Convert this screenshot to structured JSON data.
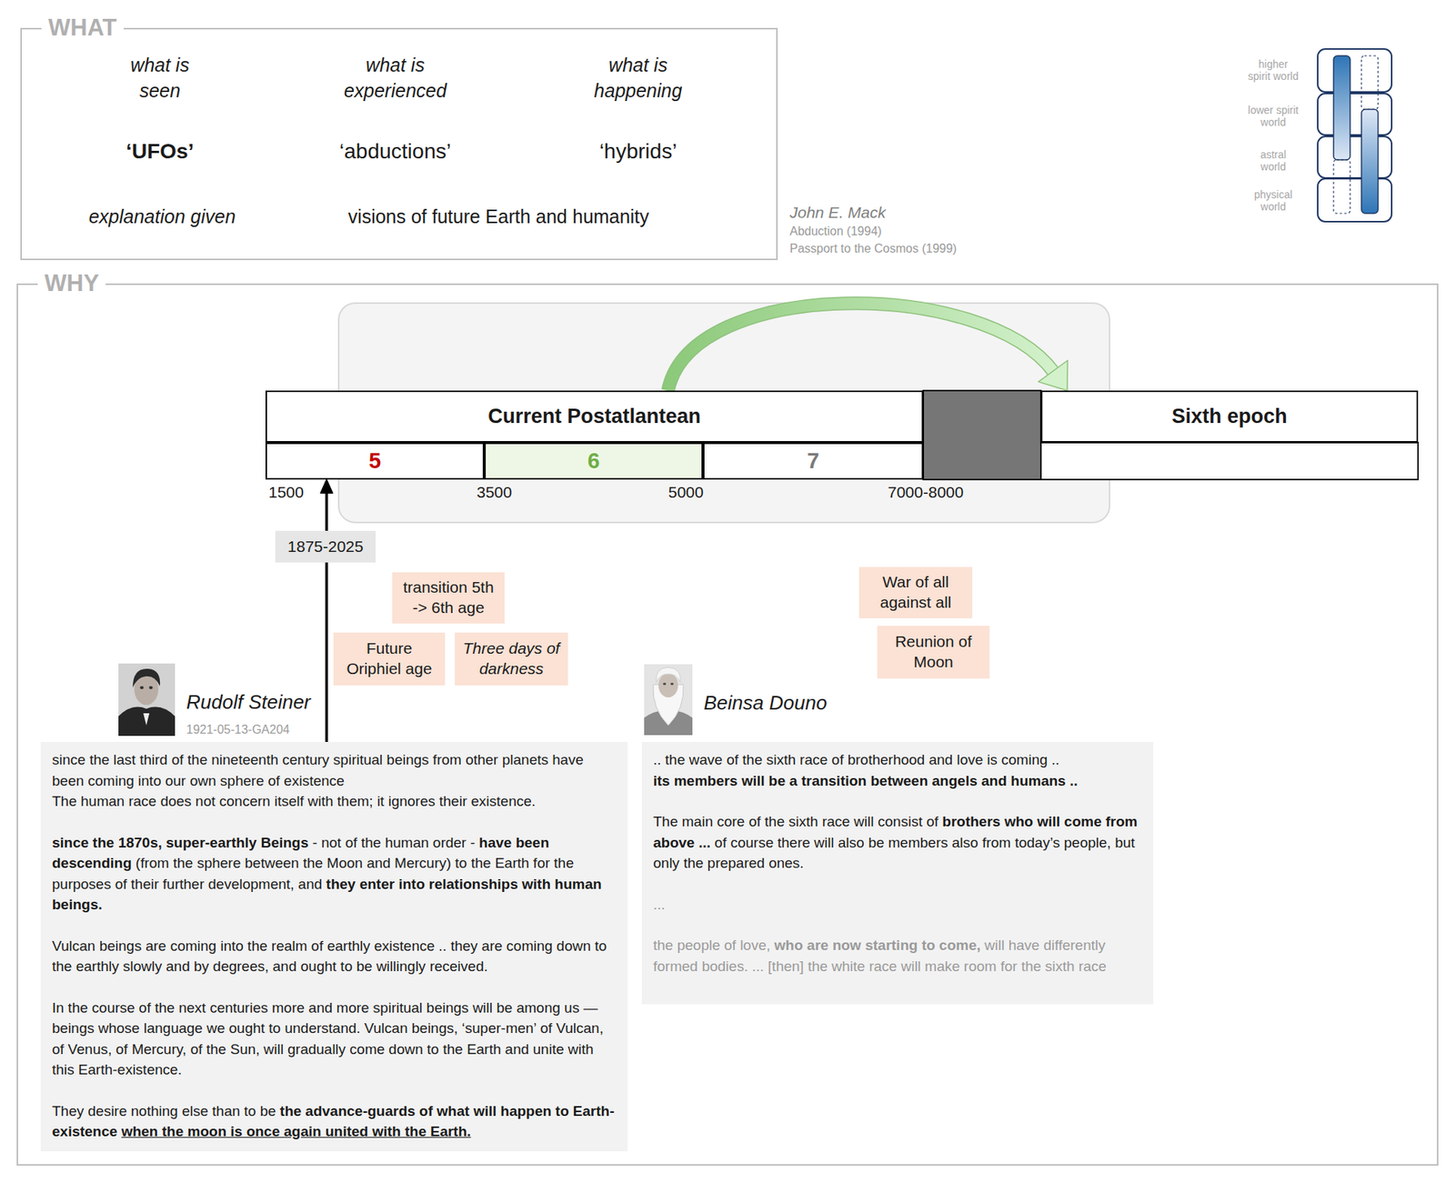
{
  "diagram": {
    "nodes": [
      {
        "text": [
          "WHAT",
          "what is seen",
          "what is experienced",
          "what is happening",
          "‘UFOs’",
          "‘abductions’",
          "‘hybrids’",
          "explanation given",
          "visions of future Earth and humanity"
        ]
      },
      {
        "text": [
          "WHY"
        ]
      },
      {
        "text": [
          "Current Postatlantean"
        ],
        "in": 1
      },
      {
        "text": [
          "Sixth epoch"
        ],
        "in": 1
      },
      {
        "text": [
          "5"
        ],
        "in": 1
      },
      {
        "text": [
          "6"
        ],
        "in": 1
      },
      {
        "text": [
          "7"
        ],
        "in": 1
      },
      {
        "text": [
          "1875-2025"
        ],
        "in": 1
      },
      {
        "text": [
          "transition 5th -> 6th age"
        ],
        "in": 1
      },
      {
        "text": [
          "Future Oriphiel age"
        ],
        "in": 1
      },
      {
        "text": [
          "Three days of darkness"
        ],
        "in": 1
      },
      {
        "text": [
          "War of all against all"
        ],
        "in": 1
      },
      {
        "text": [
          "Reunion of Moon"
        ],
        "in": 1
      },
      {
        "text": [
          "Rudolf Steiner",
          "1921-05-13-GA204",
          "since the last third of the nineteenth century spiritual beings from other planets have been coming into our own sphere of existence",
          "The human race does not concern itself with them; it ignores their existence.",
          "since the 1870s, super-earthly Beings",
          "- not of the human order -",
          "have been descending",
          "(from the sphere between the Moon and Mercury) to the Earth for the purposes of their further development, and",
          "they enter into relationships with human beings.",
          "Vulcan beings are coming into the realm of earthly existence .. they are coming down to the earthly slowly and by degrees, and ought to be willingly received.",
          "In the course of the next centuries more and more spiritual beings will be among us — beings whose language we ought to understand. Vulcan beings, ‘super-men’ of Vulcan, of Venus, of Mercury, of the Sun, will gradually come down to the Earth and unite with this Earth-existence.",
          "They desire nothing else than to be",
          "the advance-guards of what will happen to Earth-existence",
          "when the moon is once again united with the Earth."
        ],
        "in": 1
      },
      {
        "text": [
          "Beinsa Douno",
          ".. the wave of the sixth race of brotherhood and love is coming ..",
          "its members will be a transition between angels and humans ..",
          "The main core of the sixth race will consist of",
          "brothers who will come from above ...",
          "of course there will also be members also from today’s people, but only the prepared ones.",
          "...",
          "the people of love,",
          "who are now starting to come,",
          "will have differently formed bodies. ... [then] the white race will make room for the sixth race"
        ],
        "in": 1
      }
    ],
    "edges": [
      {
        "from": 2,
        "to": 3,
        "arrow": "to"
      },
      {
        "from": 13,
        "to": 4,
        "arrow": "to"
      }
    ],
    "labels": [
      "John E. Mack",
      "Abduction (1994)",
      "Passport to the Cosmos (1999)",
      "higher spirit world",
      "lower spirit world",
      "astral world",
      "physical world",
      "1500",
      "3500",
      "5000",
      "7000-8000"
    ]
  }
}
